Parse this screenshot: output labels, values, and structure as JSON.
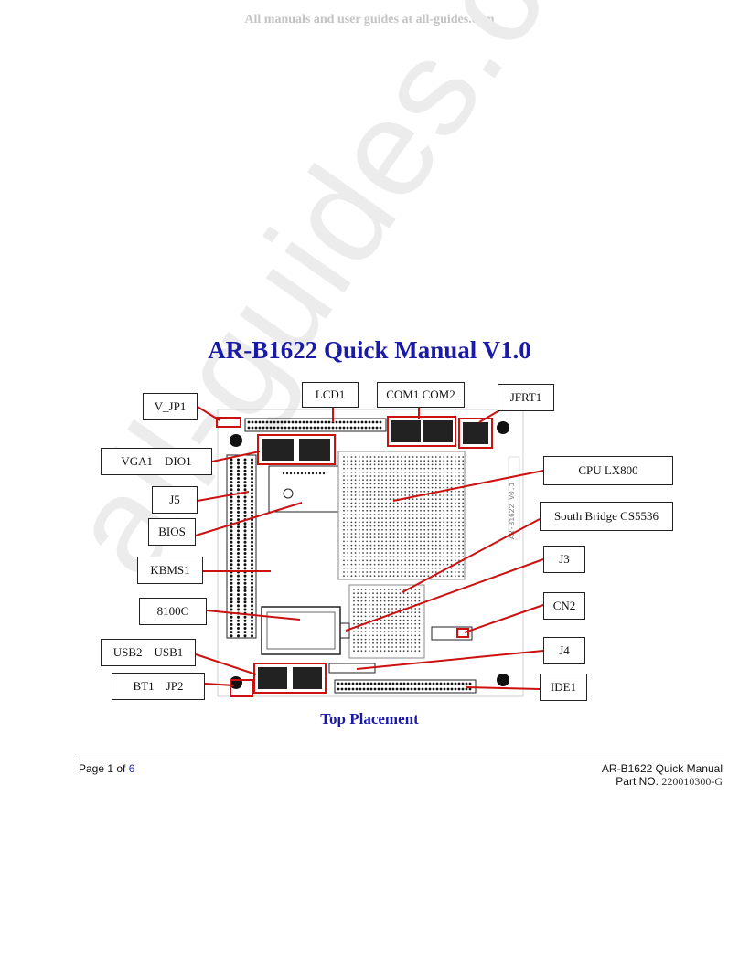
{
  "banner": "All manuals and user guides at all-guides.com",
  "watermark": "all-guides.com",
  "title": "AR-B1622 Quick Manual V1.0",
  "caption": "Top Placement",
  "board": {
    "silkscreen": "AR-B1622 V0.1"
  },
  "callouts": {
    "v_jp1": "V_JP1",
    "vga1_dio1": "VGA1    DIO1",
    "j5": "J5",
    "bios": "BIOS",
    "kbms1": "KBMS1",
    "chip_8100c": "8100C",
    "usb2_usb1": "USB2    USB1",
    "bt1_jp2": "BT1    JP2",
    "lcd1": "LCD1",
    "com1_com2": "COM1 COM2",
    "jfrt1": "JFRT1",
    "cpu_lx800": "CPU LX800",
    "south_bridge": "South Bridge CS5536",
    "j3": "J3",
    "cn2": "CN2",
    "j4": "J4",
    "ide1": "IDE1"
  },
  "footer": {
    "page_label": "Page 1 of",
    "page_total": "6",
    "doc_name": "AR-B1622 Quick Manual",
    "part_label": "Part NO.",
    "part_number": "220010300-G"
  },
  "colors": {
    "title": "#1a1aa6",
    "leader": "#cc1111",
    "banner": "#c4c4c4"
  }
}
